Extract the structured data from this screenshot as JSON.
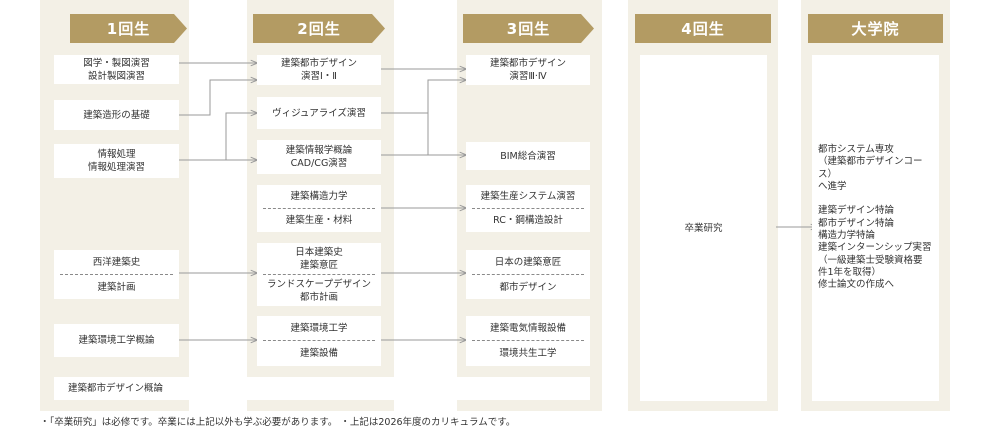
{
  "headers": {
    "year1": "1回生",
    "year2": "2回生",
    "year3": "3回生",
    "year4": "4回生",
    "grad": "大学院"
  },
  "year1": {
    "drawing": "図学・製図演習\n設計製図演習",
    "form": "建築造形の基礎",
    "info": "情報処理\n情報処理演習",
    "western_history": "西洋建築史",
    "planning": "建築計画",
    "env_intro": "建築環境工学概論",
    "urban_design_intro": "建築都市デザイン概論"
  },
  "year2": {
    "urban_design": "建築都市デザイン\n演習Ⅰ・Ⅱ",
    "visualize": "ヴィジュアライズ演習",
    "info_intro": "建築情報学概論\nCAD/CG演習",
    "structure_mechanics": "建築構造力学",
    "production_materials": "建築生産・材料",
    "japan_history": "日本建築史\n建築意匠",
    "landscape": "ランドスケープデザイン\n都市計画",
    "env_eng": "建築環境工学",
    "equipment": "建築設備"
  },
  "year3": {
    "urban_design_34": "建築都市デザイン\n演習Ⅲ·Ⅳ",
    "bim": "BIM総合演習",
    "production_system": "建築生産システム演習",
    "rc_steel": "RC・鋼構造設計",
    "japan_design": "日本の建築意匠",
    "urban_design": "都市デザイン",
    "electrical": "建築電気情報設備",
    "env_symbiosis": "環境共生工学"
  },
  "year4": {
    "thesis": "卒業研究"
  },
  "grad": {
    "text": "都市システム専攻\n（建築都市デザインコース）\nへ進学\n\n建築デザイン特論\n都市デザイン特論\n構造力学特論\n建築インターンシップ実習\n（一級建築士受験資格要\n件1年を取得）\n修士論文の作成へ"
  },
  "footnote": "・「卒業研究」は必修です。卒業には上記以外も学ぶ必要があります。 ・上記は2026年度のカリキュラムです。",
  "colors": {
    "header": "#b39b63",
    "column": "#f3f0e6",
    "line": "#9a9a9a"
  }
}
